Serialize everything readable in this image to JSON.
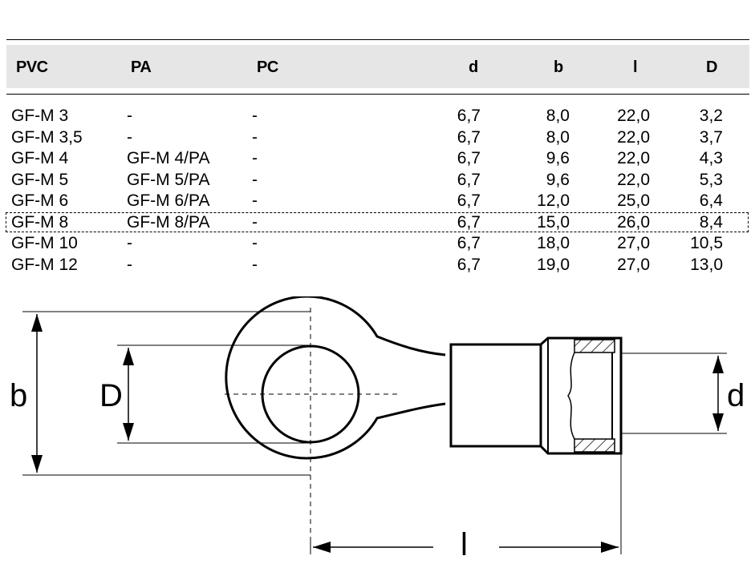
{
  "table": {
    "headers": [
      "PVC",
      "PA",
      "PC",
      "d",
      "b",
      "l",
      "D"
    ],
    "rows": [
      [
        "GF-M 3",
        "-",
        "-",
        "6,7",
        "8,0",
        "22,0",
        "3,2"
      ],
      [
        "GF-M 3,5",
        "-",
        "-",
        "6,7",
        "8,0",
        "22,0",
        "3,7"
      ],
      [
        "GF-M 4",
        "GF-M 4/PA",
        "-",
        "6,7",
        "9,6",
        "22,0",
        "4,3"
      ],
      [
        "GF-M 5",
        "GF-M 5/PA",
        "-",
        "6,7",
        "9,6",
        "22,0",
        "5,3"
      ],
      [
        "GF-M 6",
        "GF-M 6/PA",
        "-",
        "6,7",
        "12,0",
        "25,0",
        "6,4"
      ],
      [
        "GF-M 8",
        "GF-M 8/PA",
        "-",
        "6,7",
        "15,0",
        "26,0",
        "8,4"
      ],
      [
        "GF-M 10",
        "-",
        "-",
        "6,7",
        "18,0",
        "27,0",
        "10,5"
      ],
      [
        "GF-M 12",
        "-",
        "-",
        "6,7",
        "19,0",
        "27,0",
        "13,0"
      ]
    ],
    "highlighted_row": "GF-M 8"
  },
  "drawing": {
    "label_b": "b",
    "label_D": "D",
    "label_d": "d",
    "label_l": "l"
  }
}
